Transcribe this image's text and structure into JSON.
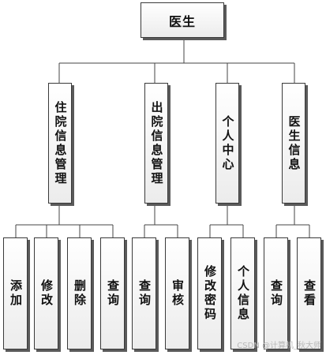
{
  "root": {
    "label": "医生"
  },
  "modules": [
    {
      "label": "住院信息管理",
      "children": [
        "添加",
        "修改",
        "删除",
        "查询"
      ]
    },
    {
      "label": "出院信息管理",
      "children": [
        "查询",
        "审核"
      ]
    },
    {
      "label": "个人中心",
      "children": [
        "修改密码",
        "个人信息"
      ]
    },
    {
      "label": "医生信息",
      "children": [
        "查询",
        "查看"
      ]
    }
  ],
  "watermark": "CSDN @计算机_秋大师"
}
